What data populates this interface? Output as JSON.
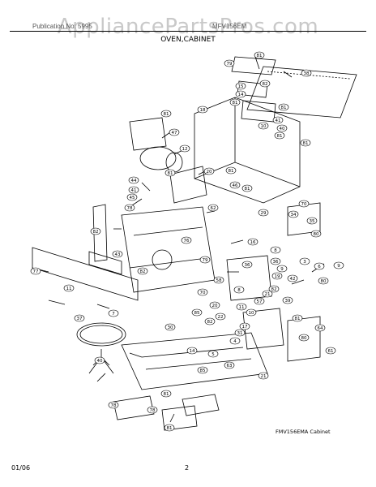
{
  "watermark": "AppliancePartsPros.com",
  "header": {
    "left": "Publication No: 5995",
    "model": "MFV156EM"
  },
  "section_title": "OVEN,CABINET",
  "callouts": [
    "81",
    "79",
    "38",
    "15",
    "14",
    "82",
    "81",
    "18",
    "81",
    "81",
    "41",
    "40",
    "10",
    "47",
    "12",
    "81",
    "81",
    "81",
    "20",
    "81",
    "46",
    "44",
    "45",
    "41",
    "78",
    "16",
    "82",
    "70",
    "36",
    "34",
    "35",
    "80",
    "77",
    "43",
    "82",
    "76",
    "79",
    "81",
    "62",
    "29",
    "8",
    "58",
    "70",
    "8",
    "36",
    "9",
    "3",
    "19",
    "82",
    "39",
    "11",
    "57",
    "10",
    "85",
    "82",
    "21",
    "6",
    "9",
    "42",
    "80",
    "81",
    "64",
    "11",
    "20",
    "22",
    "31",
    "4",
    "14",
    "37",
    "30",
    "80",
    "40",
    "7",
    "17",
    "5",
    "63",
    "85",
    "61",
    "21",
    "81",
    "78",
    "78",
    "81"
  ],
  "caption": "FMV156EMA Cabinet",
  "footer": {
    "date": "01/06",
    "page": "2"
  }
}
